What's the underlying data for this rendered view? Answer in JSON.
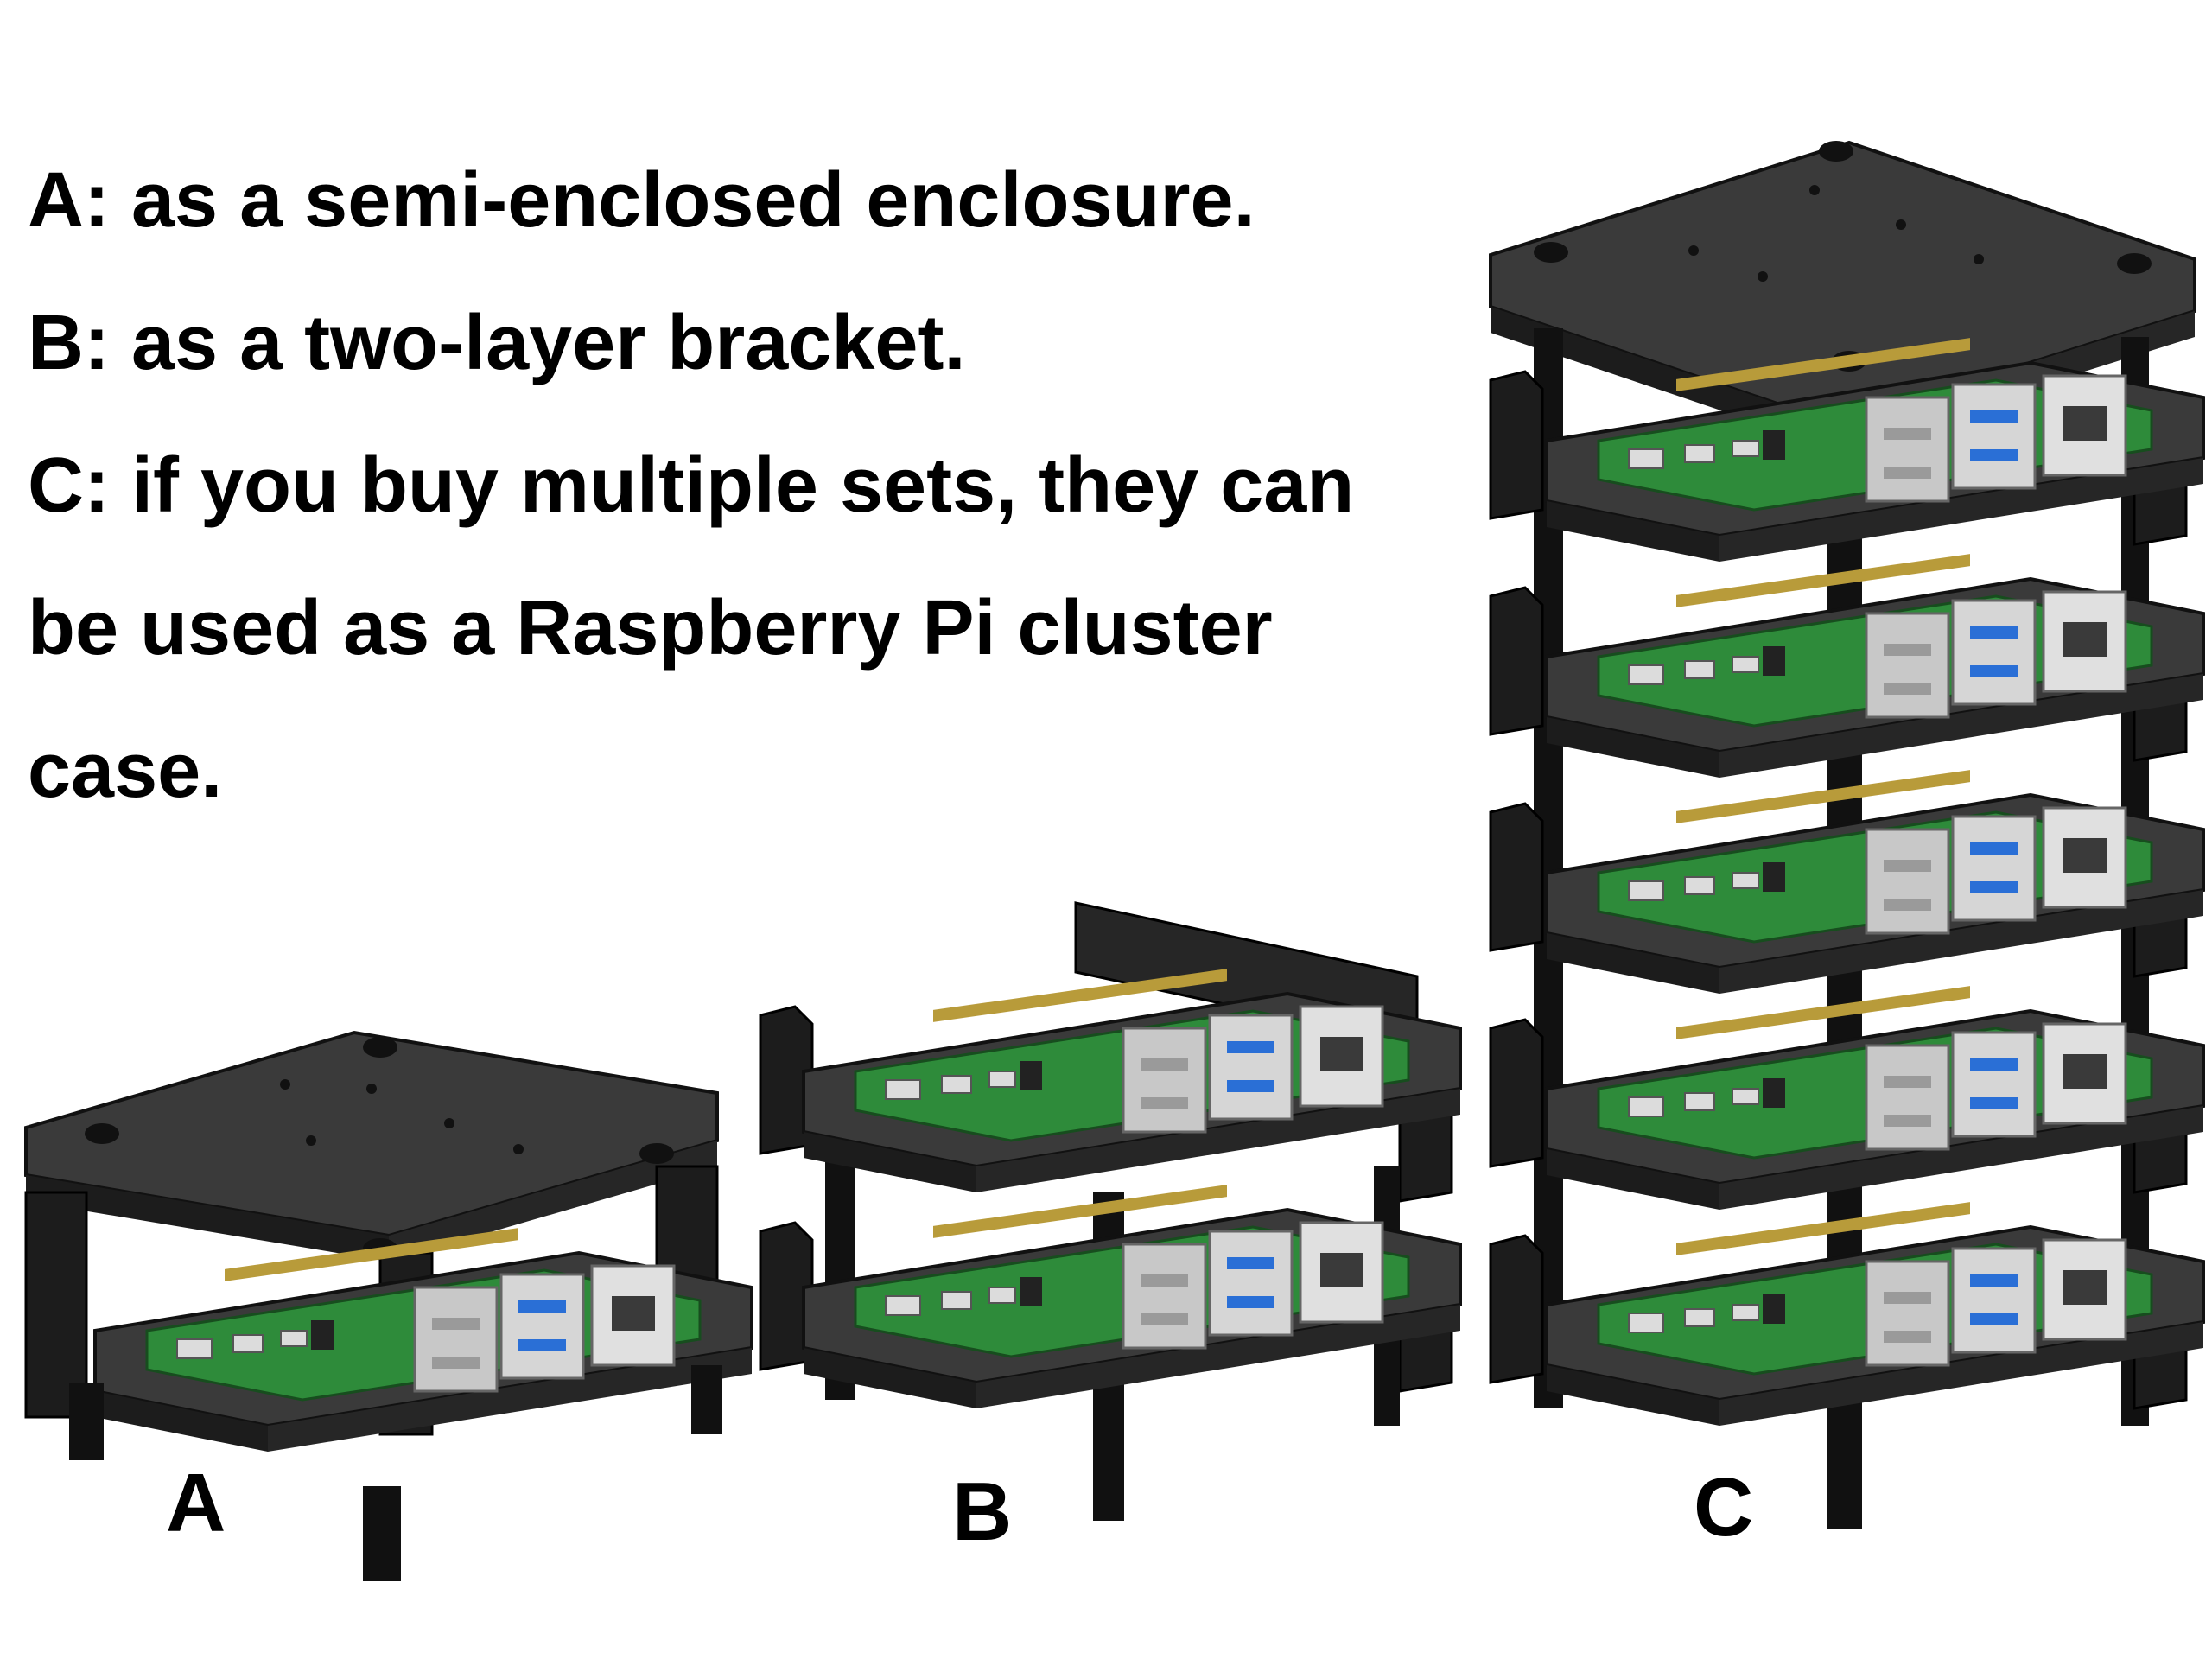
{
  "caption": {
    "lines": [
      "A: as a semi-enclosed enclosure.",
      "B: as a two-layer bracket.",
      "C: if you buy multiple sets, they can",
      "be used as a Raspberry Pi cluster",
      "case."
    ]
  },
  "labels": {
    "a": "A",
    "b": "B",
    "c": "C"
  },
  "colors": {
    "case_black": "#1c1c1c",
    "acrylic_dark": "#3a3a3a",
    "pcb_green": "#2e8b3a",
    "port_silver": "#c8c8c8",
    "usb_blue": "#2a6fd6"
  },
  "icons": {
    "a": "semi-enclosed-case-illustration",
    "b": "two-layer-bracket-illustration",
    "c": "five-layer-cluster-case-illustration"
  }
}
